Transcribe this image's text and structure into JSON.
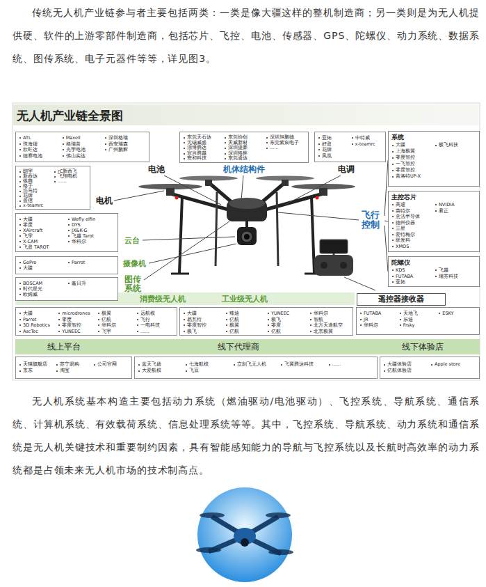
{
  "diagram": {
    "title": "无人机产业链全景图",
    "nodes": [
      {
        "text": [
          "电池",
          "ATL",
          "珠海锂",
          "欣旺达",
          "德赛电池",
          "Maxell",
          "格瑞普",
          "光宇电池",
          "佛山实达",
          "深圳格瑞",
          "西安瑞森",
          "广州鹏辉"
        ]
      },
      {
        "text": [
          "机体结构件",
          "东莞天石达",
          "无锡威盛",
          "淄博腾达",
          "宜兴腾越",
          "安和科技",
          "东莞协创",
          "天威新材",
          "深圳捷豪",
          "深圳格林",
          "东莞通达",
          "深圳旭鹏德",
          "东莞紫宸电子",
          "……"
        ]
      },
      {
        "text": [
          "电调",
          "亚拓",
          "好盈",
          "花牌",
          "凤凰",
          "中特威",
          "x-teamrc"
        ]
      },
      {
        "text": [
          "系统",
          "大疆",
          "上海极翼",
          "零度智控",
          "一飞智控",
          "零度智控",
          "普洛特UP-X",
          "极飞科技"
        ]
      },
      {
        "text": [
          "电机",
          "朗宇",
          "新西达",
          "银燕",
          "格子",
          "浩马特",
          "花牌",
          "盈信",
          "x-teamrc",
          "rC新西飞",
          "飞翔电机",
          "……"
        ]
      },
      {
        "text": [
          "主控芯片",
          "高通",
          "英特尔",
          "意法半导体",
          "德州仪器",
          "三星",
          "爱特梅尔",
          "联发科",
          "XMOS",
          "NVIDIA",
          "君正"
        ]
      },
      {
        "text": [
          "云台",
          "大疆",
          "零度",
          "XAircraft",
          "飞宇",
          "X-CAM",
          "飞盈 TAROT",
          "Wefly elfin",
          "DYS",
          "JX&K-G",
          "飞越 Tarot",
          "华科尔"
        ]
      },
      {
        "text": [
          "摄像机",
          "GoPro",
          "大疆",
          "Parrot"
        ]
      },
      {
        "text": [
          "陀螺仪",
          "KDS",
          "FUTABA",
          "亚拓",
          "飞越",
          "瑞芬科技"
        ]
      },
      {
        "text": [
          "图传系统",
          "BOSCAM",
          "时代星光",
          "欧姆威",
          "鑫日升"
        ]
      },
      {
        "text": [
          "消费级无人机",
          "大疆",
          "Parrot",
          "3D Robotics",
          "AscTec",
          "microdrones",
          "零度",
          "零度智控",
          "YUNEEC",
          "极翼",
          "亿航",
          "华科尔",
          "飞宇",
          "远航模",
          "飞行",
          "一电科技",
          "……"
        ]
      },
      {
        "text": [
          "工业级无人机",
          "大疆",
          "易瓦特",
          "零度智控",
          "极飞",
          "臻迪",
          "亿航",
          "极翼",
          "亿航",
          "YUNEEC",
          "极飞",
          "零度",
          "亿航",
          "华科尔",
          "智航",
          "北方天途航空",
          "北京极翼"
        ]
      },
      {
        "text": [
          "遥控器接收器",
          "FUTABA",
          "JR",
          "华科尔",
          "天地飞",
          "乐迪",
          "Frsky",
          "ESKY"
        ]
      },
      {
        "text": [
          "线上平台",
          "线下代理商",
          "线下体验店"
        ]
      },
      {
        "text": [
          "天猫旗舰店",
          "京东",
          "苏宁易购",
          "淘宝",
          "公司官网"
        ]
      },
      {
        "text": [
          "蓝天飞扬",
          "大爱航模",
          "七海航模",
          "飞豆",
          "立刻飞无人机",
          "飞翼腾达科技",
          "……"
        ]
      },
      {
        "text": [
          "大疆体验店",
          "亿航体验店",
          "Apple store"
        ]
      }
    ],
    "labels": [
      "传统无人机产业链参与者主要包括两类：一类是像大疆这样的整机制造商；另一类则是为无人机提供硬、软件的上游零部件制造商，包括芯片、飞控、电池、传感器、GPS、陀螺仪、动力系统、数据系统、图传系统、电子元器件等等，详见图3。",
      "无人机系统基本构造主要包括动力系统（燃油驱动/电池驱动）、飞控系统、导航系统、通信系统、计算机系统、有效载荷系统、信息处理系统等等。其中，飞控系统、导航系统、动力系统和通信系统是无人机关键技术和重要制约因素，具有智能感知能力的导航与飞控系统以及长航时高效率的动力系统都是占领未来无人机市场的技术制高点。",
      "飞行控制"
    ]
  }
}
